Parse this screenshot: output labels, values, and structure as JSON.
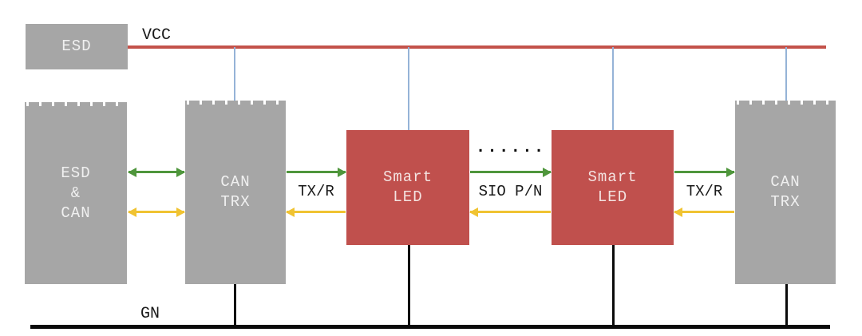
{
  "colors": {
    "box_gray": "#a6a6a6",
    "box_red": "#c0504d",
    "vcc_line_red": "#c3524a",
    "gnd_line_black": "#0a0a0a",
    "vcc_drop_blue": "#95b3d7",
    "arrow_green": "#4f963c",
    "arrow_yellow": "#f0c332",
    "box_text": "#f0f0f0",
    "label_text": "#1a1a1a"
  },
  "rails": {
    "vcc_label": "VCC",
    "gnd_label": "GN"
  },
  "boxes": {
    "esd_top": {
      "label": "ESD"
    },
    "esd_can": {
      "line1": "ESD",
      "line2": "&",
      "line3": "CAN"
    },
    "can_trx_left": {
      "line1": "CAN",
      "line2": "TRX"
    },
    "smart_led_1": {
      "line1": "Smart",
      "line2": "LED"
    },
    "smart_led_2": {
      "line1": "Smart",
      "line2": "LED"
    },
    "can_trx_right": {
      "line1": "CAN",
      "line2": "TRX"
    }
  },
  "wires": {
    "txr_left": "TX/R",
    "sio": "SIO P/N",
    "txr_right": "TX/R",
    "ellipsis": "......"
  }
}
